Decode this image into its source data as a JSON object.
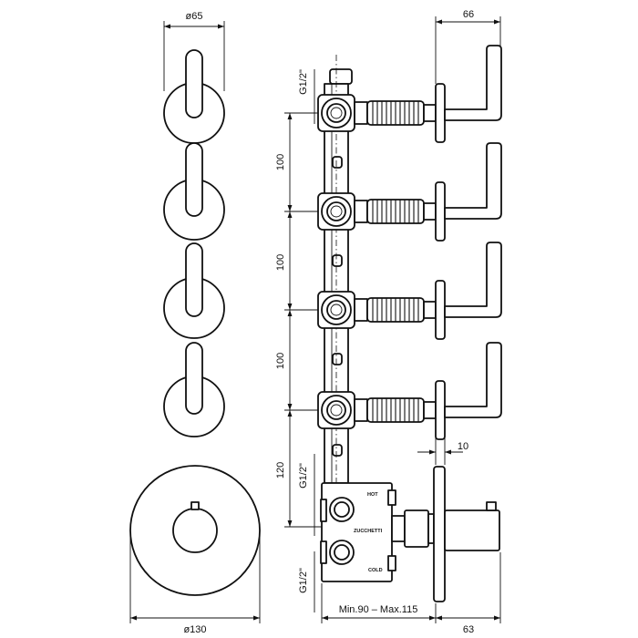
{
  "dimensions": {
    "handle_plate_diameter": "ø65",
    "main_plate_diameter": "ø130",
    "lever_projection": "66",
    "pitch_1": "100",
    "pitch_2": "100",
    "pitch_3": "100",
    "pitch_4": "120",
    "thread_top": "G1/2\"",
    "thread_mid": "G1/2\"",
    "thread_bottom": "G1/2\"",
    "plate_thickness": "10",
    "install_depth": "Min.90 – Max.115",
    "thermostat_projection": "63"
  },
  "body_labels": {
    "hot": "HOT",
    "brand": "ZUCCHETTI",
    "cold": "COLD"
  }
}
